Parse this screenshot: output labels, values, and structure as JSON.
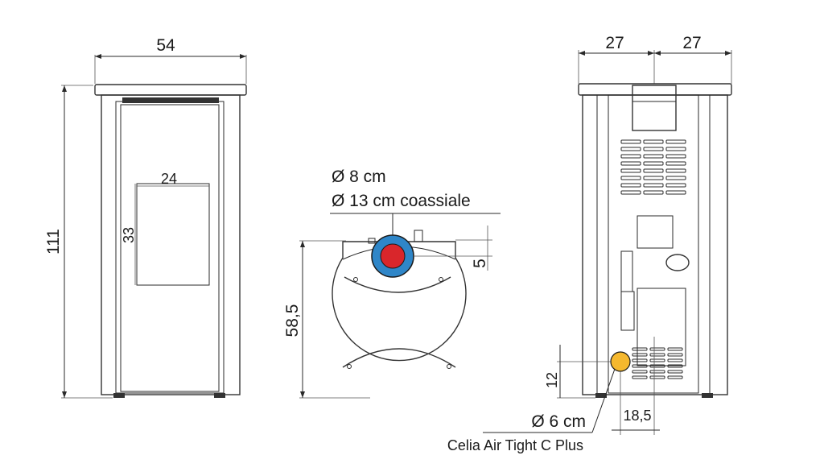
{
  "front_view": {
    "width_label": "54",
    "height_label": "111",
    "window_width_label": "24",
    "window_height_label": "33"
  },
  "top_view": {
    "flue_diameter_label": "Ø 8 cm",
    "coaxial_label": "Ø 13 cm coassiale",
    "offset_label": "5",
    "depth_label": "58,5"
  },
  "rear_view": {
    "left_half_label": "27",
    "right_half_label": "27",
    "air_height_label": "12",
    "air_offset_label": "18,5",
    "air_diameter_label": "Ø 6 cm",
    "model_label": "Celia Air Tight C Plus"
  },
  "colors": {
    "flue_outer": "#2f86c8",
    "flue_inner": "#d9262b",
    "air_inlet": "#f5b82e",
    "line": "#2a2a2a"
  }
}
